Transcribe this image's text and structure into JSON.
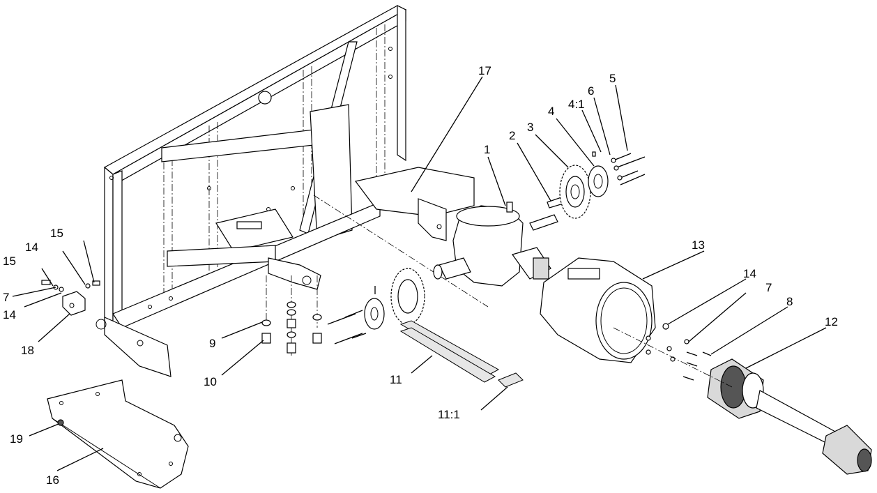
{
  "labels": {
    "p1": "1",
    "p2": "2",
    "p3": "3",
    "p4": "4",
    "p4_1": "4:1",
    "p5": "5",
    "p6": "6",
    "p7a": "7",
    "p7b": "7",
    "p8": "8",
    "p9": "9",
    "p10": "10",
    "p11": "11",
    "p11_1": "11:1",
    "p12": "12",
    "p13": "13",
    "p14a": "14",
    "p14b": "14",
    "p14c": "14",
    "p15a": "15",
    "p15b": "15",
    "p16": "16",
    "p17": "17",
    "p18": "18",
    "p19": "19"
  }
}
